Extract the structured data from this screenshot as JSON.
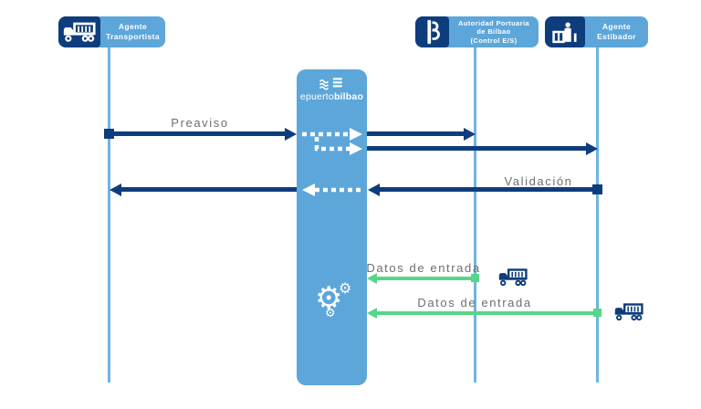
{
  "colors": {
    "box_blue": "#5CA6DA",
    "lifeline_blue": "#6FB3E2",
    "navy": "#0D3D7C",
    "green": "#55D688",
    "label_gray": "#6D6E71",
    "text_white": "#FFFFFF"
  },
  "actors": [
    {
      "id": "agente-transportista",
      "lines": [
        "Agente",
        "Transportista"
      ],
      "icon": "truck-icon"
    },
    {
      "id": "autoridad-portuaria",
      "lines": [
        "Autoridad Portuaria",
        "de Bilbao",
        "(Control E/S)"
      ],
      "icon": "port-of-bilbao-b-icon"
    },
    {
      "id": "agente-estibador",
      "lines": [
        "Agente",
        "Estibador"
      ],
      "icon": "stevedore-icon"
    }
  ],
  "hub": {
    "brand_light": "epuerto",
    "brand_bold": "bilbao",
    "logo_icon": "waves-and-bars-icon",
    "process_icon": "gears-icon",
    "gear_glyph": "⚙"
  },
  "messages": [
    {
      "label": "Preaviso",
      "from": "Agente Transportista",
      "to": "epuertobilbao",
      "style": "solid-navy"
    },
    {
      "label": "",
      "from": "epuertobilbao",
      "to": "Autoridad Portuaria de Bilbao (Control E/S)",
      "style": "solid-navy"
    },
    {
      "label": "",
      "from": "epuertobilbao",
      "to": "Agente Estibador",
      "style": "solid-navy"
    },
    {
      "label": "Validación",
      "from": "Agente Estibador",
      "to": "Agente Transportista",
      "style": "solid-navy"
    },
    {
      "label": "Datos de entrada",
      "from": "Autoridad Portuaria de Bilbao (Control E/S)",
      "to": "epuertobilbao",
      "style": "solid-green",
      "icon": "truck-icon"
    },
    {
      "label": "Datos de entrada",
      "from": "Agente Estibador",
      "to": "epuertobilbao",
      "style": "solid-green",
      "icon": "truck-icon"
    }
  ]
}
